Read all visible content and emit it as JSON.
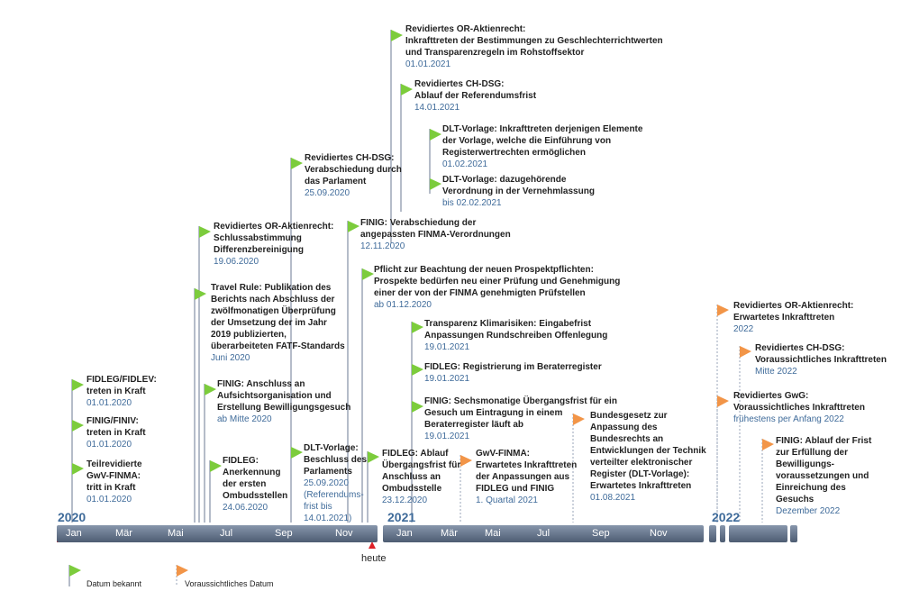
{
  "years": {
    "y2020": "2020",
    "y2021": "2021",
    "y2022": "2022"
  },
  "months": {
    "m2020": [
      "Jan",
      "Mär",
      "Mai",
      "Jul",
      "Sep",
      "Nov"
    ],
    "m2021": [
      "Jan",
      "Mär",
      "Mai",
      "Jul",
      "Sep",
      "Nov"
    ]
  },
  "today_label": "heute",
  "legend": {
    "known": "Datum bekannt",
    "expected": "Voraussichtliches Datum"
  },
  "colors": {
    "known_flag": "#7ccc3c",
    "expected_flag": "#f29548",
    "date_text": "#3f6b9a",
    "bar": "#5a6a80",
    "today_marker": "#dd1f26"
  },
  "events": [
    {
      "title": "Revidiertes OR-Aktienrecht:\nInkrafttreten der Bestimmungen zu Geschlechterrichtwerten\nund Transparenzregeln im Rohstoffsektor",
      "date": "01.01.2021",
      "status": "known"
    },
    {
      "title": "Revidiertes CH-DSG:\nAblauf der Referendumsfrist",
      "date": "14.01.2021",
      "status": "known"
    },
    {
      "title": "DLT-Vorlage: Inkrafttreten derjenigen Elemente\nder Vorlage, welche die Einführung von\nRegisterwertrechten ermöglichen",
      "date": "01.02.2021",
      "status": "known"
    },
    {
      "title": "DLT-Vorlage: dazugehörende\nVerordnung in der Vernehmlassung",
      "date": "bis 02.02.2021",
      "status": "known"
    },
    {
      "title": "Revidiertes CH-DSG:\nVerabschiedung durch\ndas Parlament",
      "date": "25.09.2020",
      "status": "known"
    },
    {
      "title": "FINIG: Verabschiedung der\nangepassten FINMA-Verordnungen",
      "date": "12.11.2020",
      "status": "known"
    },
    {
      "title": "Revidiertes OR-Aktienrecht:\nSchlussabstimmung\nDifferenzbereinigung",
      "date": "19.06.2020",
      "status": "known"
    },
    {
      "title": "Pflicht zur Beachtung der neuen Prospektpflichten:\nProspekte bedürfen neu einer Prüfung und Genehmigung\neiner der von der FINMA genehmigten Prüfstellen",
      "date": "ab 01.12.2020",
      "status": "known"
    },
    {
      "title": "Travel Rule: Publikation des\nBerichts nach Abschluss der\nzwölfmonatigen Überprüfung\nder Umsetzung der im Jahr\n2019 publizierten,\nüberarbeiteten FATF-Standards",
      "date": "Juni 2020",
      "status": "known"
    },
    {
      "title": "Transparenz Klimarisiken: Eingabefrist\nAnpassungen Rundschreiben Offenlegung",
      "date": "19.01.2021",
      "status": "known"
    },
    {
      "title": "FIDLEG: Registrierung im Beraterregister",
      "date": "19.01.2021",
      "status": "known"
    },
    {
      "title": "FINIG: Anschluss an\nAufsichtsorganisation und\nErstellung Bewilligungsgesuch",
      "date": "ab Mitte 2020",
      "status": "known"
    },
    {
      "title": "FINIG: Sechsmonatige Übergangsfrist für ein\nGesuch um Eintragung in einem\nBeraterregister läuft ab",
      "date": "19.01.2021",
      "status": "known"
    },
    {
      "title": "FIDLEG/FIDLEV:\ntreten in Kraft",
      "date": "01.01.2020",
      "status": "known"
    },
    {
      "title": "FINIG/FINIV:\ntreten in Kraft",
      "date": "01.01.2020",
      "status": "known"
    },
    {
      "title": "Teilrevidierte\nGwV-FINMA:\ntritt in Kraft",
      "date": "01.01.2020",
      "status": "known"
    },
    {
      "title": "FIDLEG:\nAnerkennung\nder ersten\nOmbudsstellen",
      "date": "24.06.2020",
      "status": "known"
    },
    {
      "title": "DLT-Vorlage:\nBeschluss des\nParlaments",
      "date": "25.09.2020\n(Referendums-\nfrist bis\n14.01.2021)",
      "status": "known"
    },
    {
      "title": "FIDLEG: Ablauf\nÜbergangsfrist für\nAnschluss an\nOmbudsstelle",
      "date": "23.12.2020",
      "status": "known"
    },
    {
      "title": "GwV-FINMA:\nErwartetes Inkrafttreten\nder Anpassungen aus\nFIDLEG und FINIG",
      "date": "1. Quartal 2021",
      "status": "expected"
    },
    {
      "title": "Bundesgesetz zur\nAnpassung des\nBundesrechts an\nEntwicklungen der Technik\nverteilter elektronischer\nRegister (DLT-Vorlage):\nErwartetes Inkrafttreten",
      "date": "01.08.2021",
      "status": "expected"
    },
    {
      "title": "Revidiertes OR-Aktienrecht:\nErwartetes Inkrafttreten",
      "date": "2022",
      "status": "expected"
    },
    {
      "title": "Revidiertes CH-DSG:\nVoraussichtliches Inkrafttreten",
      "date": "Mitte 2022",
      "status": "expected"
    },
    {
      "title": "Revidiertes GwG:\nVoraussichtliches Inkrafttreten",
      "date": "frühestens per Anfang 2022",
      "status": "expected"
    },
    {
      "title": "FINIG: Ablauf der Frist\nzur Erfüllung der\nBewilligungs-\nvoraussetzungen und\nEinreichung des\nGesuchs",
      "date": "Dezember 2022",
      "status": "expected"
    }
  ]
}
